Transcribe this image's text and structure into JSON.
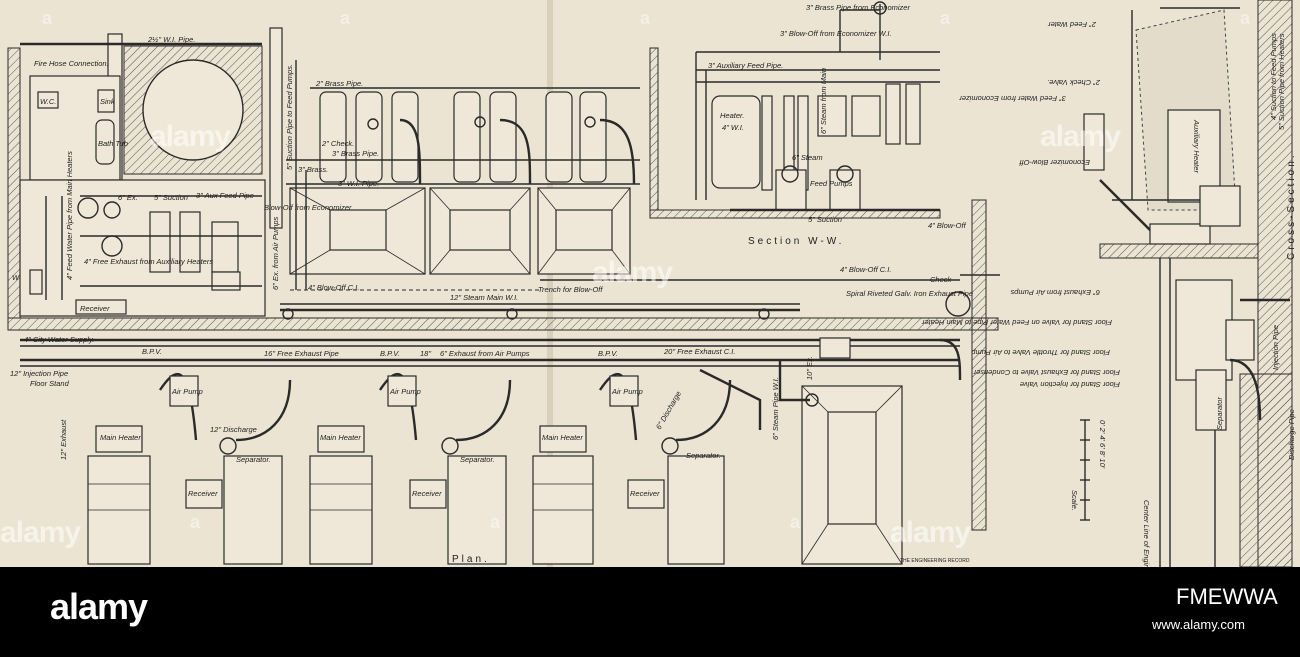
{
  "labels": {
    "wi_pipe_top": "2½\" W.I. Pipe.",
    "fire_hose": "Fire Hose Connection.",
    "wc": "W.C.",
    "sink": "Sink",
    "bath_tub": "Bath Tub",
    "suction_pipe_feed": "5\" Suction Pipe to Feed Pumps.",
    "brass_pipe_2": "2\" Brass Pipe.",
    "check_2": "2\" Check.",
    "brass_pipe_3": "3\" Brass Pipe.",
    "brass_3": "3\" Brass.",
    "wi_pipe_3": "3\" W.I. Pipe.",
    "blowoff_economizer": "Blow-Off from Economizer",
    "suction_5": "5\" Suction",
    "aux_feed_pipe": "3\" Aux Feed Pipe",
    "ex_6": "6\" Ex.",
    "feed_water_pipe": "4\" Feed Water Pipe from Main Heaters",
    "free_exhaust_aux": "4\" Free Exhaust from Auxiliary Heaters",
    "ex_from_air_pumps": "6\" Ex. from Air Pumps",
    "blowoff_4": "4\" Blow-Off C.I.",
    "steam_main": "12\" Steam Main W.I.",
    "trench_blowoff": "Trench for Blow-Off",
    "blowoff_4b": "4\" Blow-Off C.I.",
    "check": "Check",
    "spiral_riveted": "Spiral Riveted Galv. Iron Exhaust Pipe",
    "receiver": "Receiver",
    "city_water": "4\" City Water Supply.",
    "free_exhaust_16": "16\" Free Exhaust Pipe",
    "exhaust_18": "18\"",
    "exhaust_6": "6\" Exhaust from Air Pumps",
    "free_exhaust_20": "20\" Free Exhaust C.I.",
    "injection_pipe": "12\" Injection Pipe",
    "floor_stand": "Floor Stand",
    "exhaust_12": "12\" Exhaust",
    "main_heater": "Main Heater",
    "discharge_12": "12\" Discharge",
    "separator": "Separator.",
    "air_pump": "Air Pump",
    "steam_pipe_6": "6\" Steam Pipe W.I.",
    "bpv": "B.P.V.",
    "discharge_6": "6\" Discharge",
    "ex_10": "10\" Ex.",
    "plan": "Plan.",
    "engineering_record": "THE ENGINEERING RECORD",
    "brass_pipe_economizer": "3\" Brass Pipe from Economizer",
    "blowoff_economizer_wi": "3\" Blow-Off from Economizer W.I.",
    "aux_feed_pipe_3": "3\" Auxiliary Feed Pipe.",
    "heater": "Heater.",
    "wi_4": "4\" W.I.",
    "steam_from_main": "6\" Steam from Main",
    "steam_6": "6\" Steam",
    "feed_pumps": "Feed Pumps",
    "suction_5b": "5\" Suction",
    "blowoff_4c": "4\" Blow-Off",
    "section_ww": "Section  W-W.",
    "cross_section": "Cross-Section.",
    "scale": "Scale.",
    "scale_ticks": "0'  2'  4'  6'  8'  10'",
    "center_line": "Center Line of Engine Shaft",
    "discharge_pipe": "Discharge Pipe",
    "injection_pipe_cs": "Injection Pipe",
    "separator_cs": "Separator",
    "auxiliary_heater": "Auxiliary Heater",
    "feed_water_2": "2\" Feed Water",
    "check_valve": "2\" Check Valve.",
    "suction_pipe_cs": "5\" Suction Pipe from Heaters",
    "suction_feed_pumps": "4\" Suction to Feed Pumps",
    "economizer_blowoff": "Economizer Blow-Off",
    "feed_water_from": "3\" Feed Water from Economizer",
    "exhaust_air_pumps": "6\" Exhaust from Air Pumps",
    "floor_stand_exhaust": "Floor Stand for Exhaust Valve to Condenser",
    "floor_stand_injection": "Floor Stand for Injection Valve",
    "floor_stand_throttle": "Floor Stand for Throttle Valve to Air Pump",
    "floor_stand_feed": "Floor Stand for Valve on Feed Water Pipe to Main Heater",
    "w_marker": "W"
  },
  "footer": {
    "brand": "alamy",
    "stock_id": "FMEWWA",
    "url": "www.alamy.com"
  },
  "watermark": {
    "text": "alamy",
    "logo": "a"
  }
}
